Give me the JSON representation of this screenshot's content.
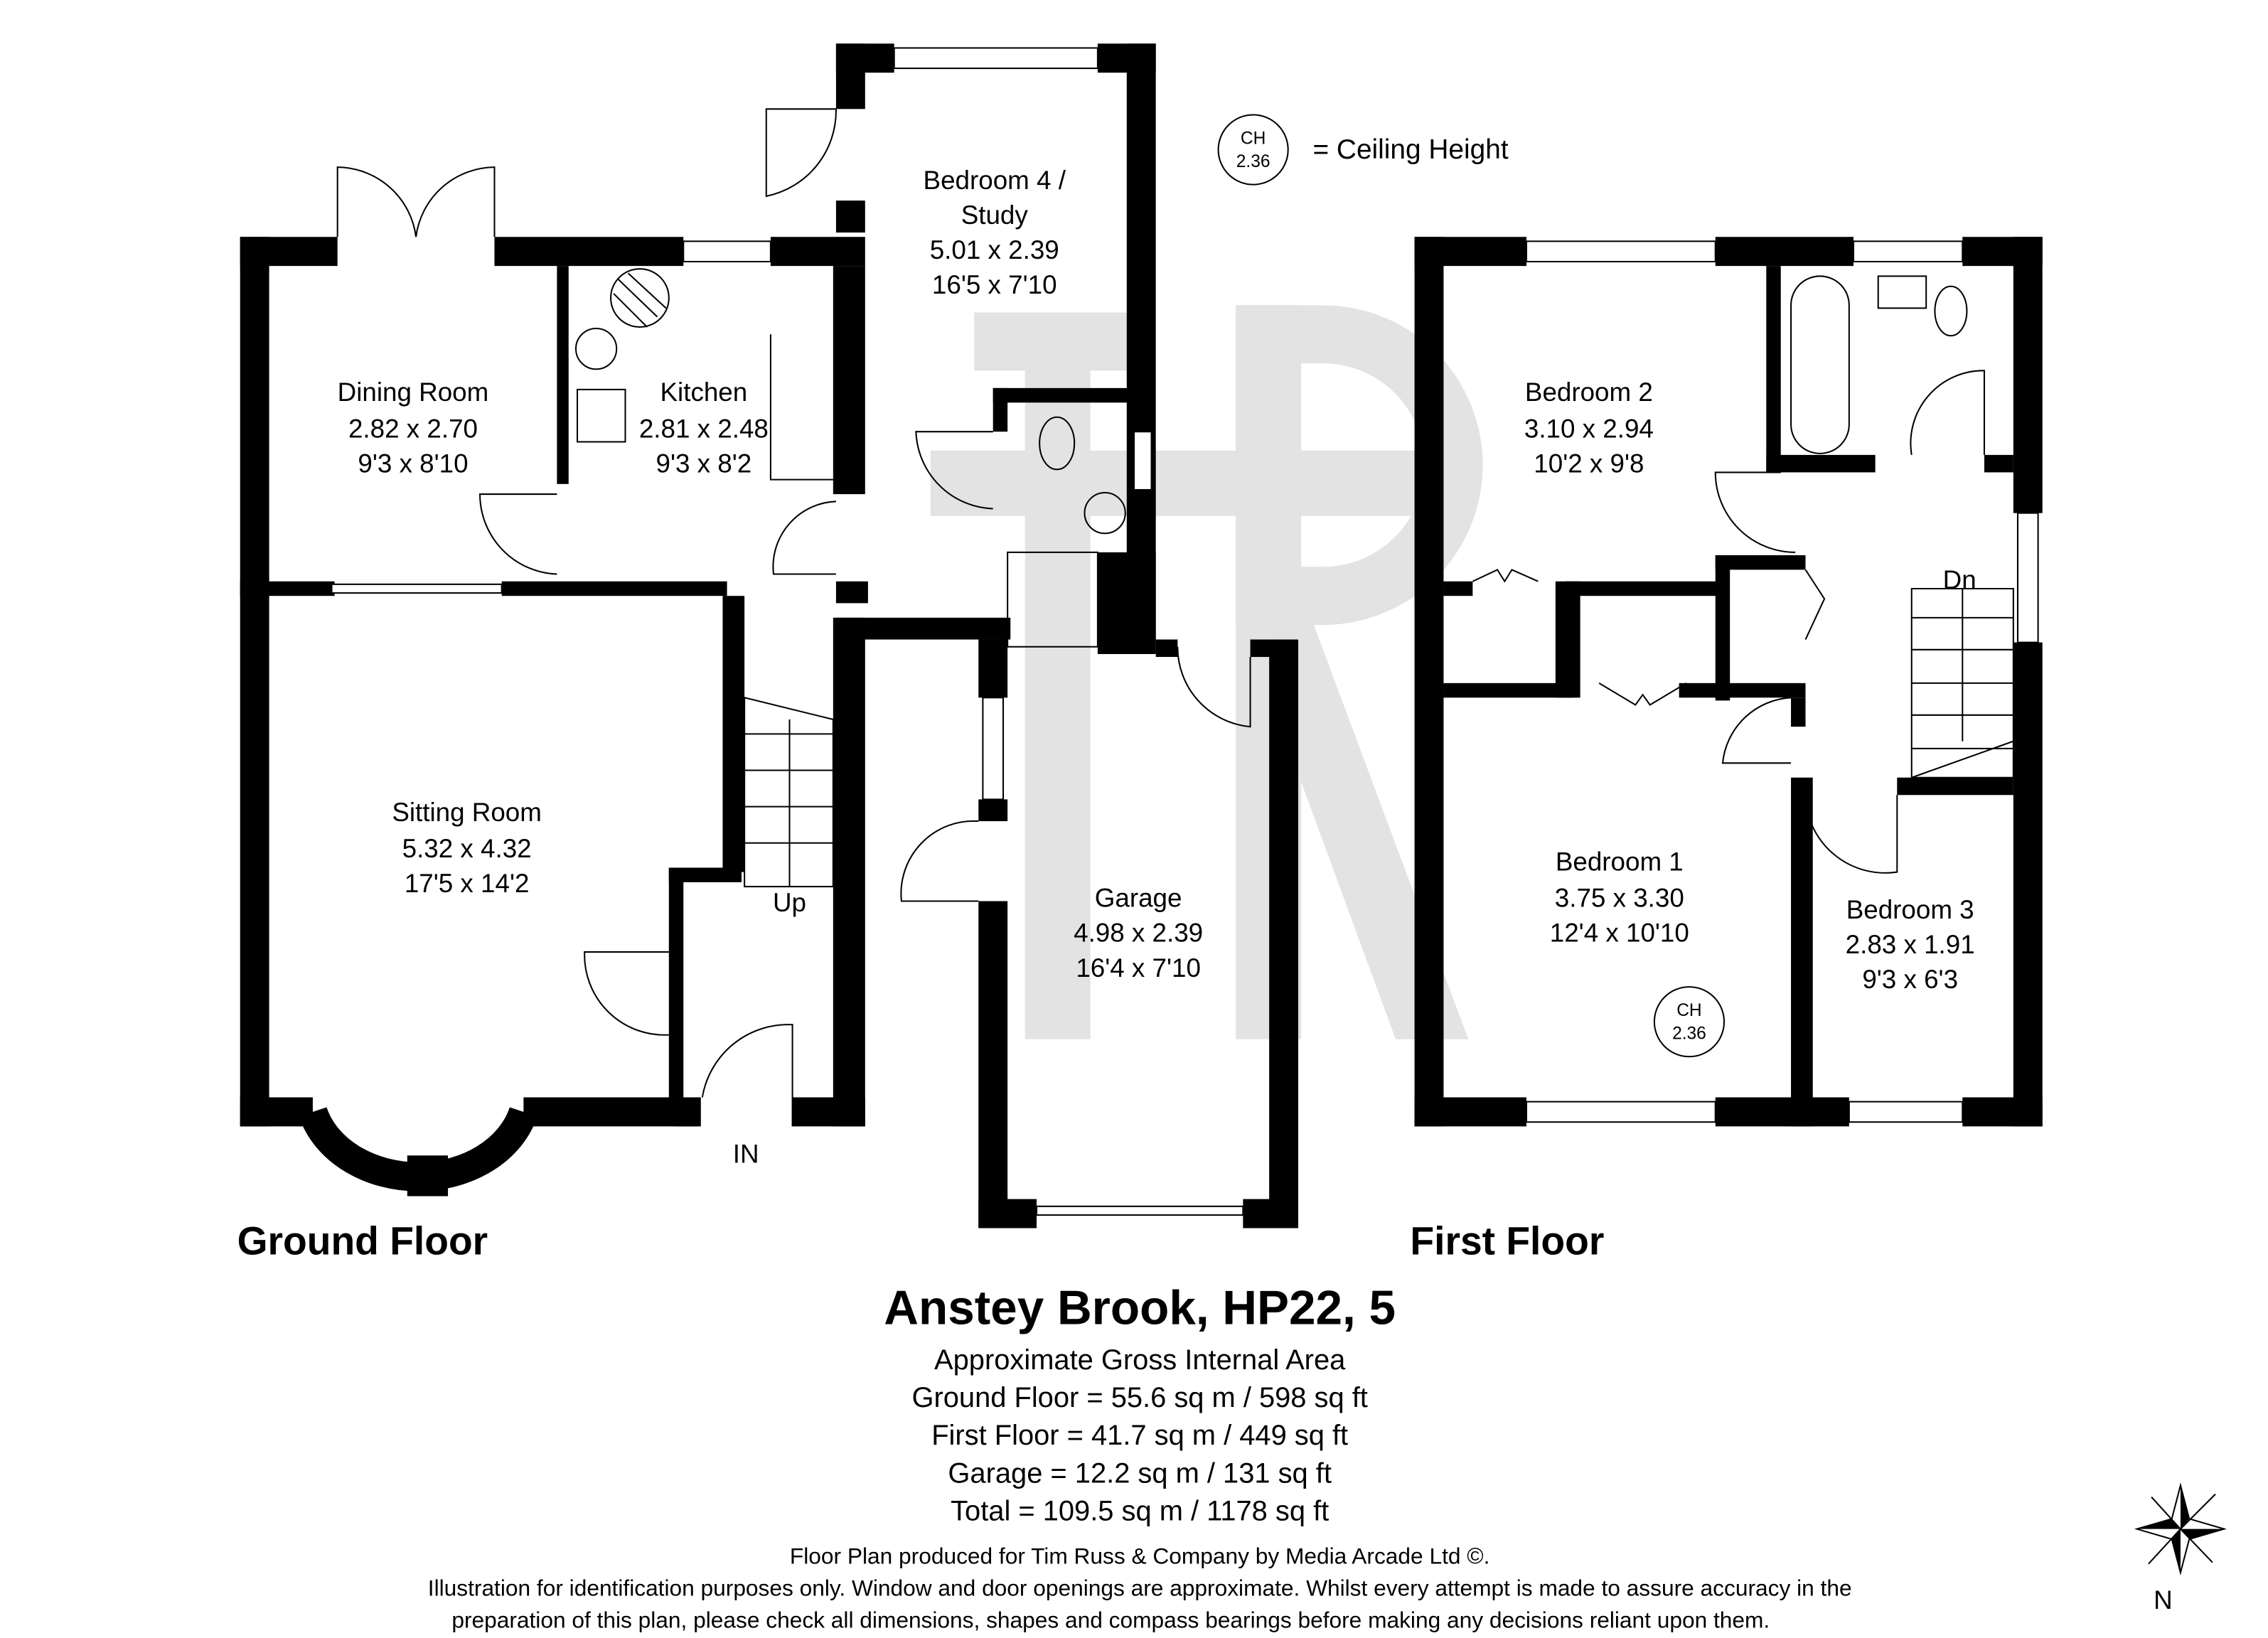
{
  "legend": {
    "ch_label": "CH",
    "ch_value": "2.36",
    "text": "= Ceiling Height"
  },
  "watermark": "TR",
  "ground_floor": {
    "heading": "Ground Floor",
    "rooms": [
      {
        "name": "Dining Room",
        "metric": "2.82 x 2.70",
        "imperial": "9'3 x 8'10"
      },
      {
        "name": "Kitchen",
        "metric": "2.81 x 2.48",
        "imperial": "9'3 x 8'2"
      },
      {
        "name": "Bedroom 4 /",
        "name2": "Study",
        "metric": "5.01 x 2.39",
        "imperial": "16'5 x 7'10"
      },
      {
        "name": "Sitting Room",
        "metric": "5.32 x 4.32",
        "imperial": "17'5 x 14'2"
      },
      {
        "name": "Garage",
        "metric": "4.98 x 2.39",
        "imperial": "16'4 x 7'10"
      }
    ],
    "up_label": "Up",
    "in_label": "IN"
  },
  "first_floor": {
    "heading": "First Floor",
    "rooms": [
      {
        "name": "Bedroom 2",
        "metric": "3.10 x 2.94",
        "imperial": "10'2 x 9'8"
      },
      {
        "name": "Bedroom 1",
        "metric": "3.75 x 3.30",
        "imperial": "12'4 x 10'10"
      },
      {
        "name": "Bedroom 3",
        "metric": "2.83 x 1.91",
        "imperial": "9'3 x 6'3"
      }
    ],
    "dn_label": "Dn",
    "ch_label": "CH",
    "ch_value": "2.36"
  },
  "summary": {
    "title": "Anstey Brook, HP22, 5",
    "subtitle": "Approximate Gross Internal Area",
    "lines": [
      "Ground Floor = 55.6 sq m / 598 sq ft",
      "First Floor = 41.7 sq m / 449 sq ft",
      "Garage = 12.2 sq m / 131 sq ft",
      "Total = 109.5 sq m / 1178 sq ft"
    ]
  },
  "footer": {
    "credit": "Floor Plan produced for Tim Russ & Company by Media Arcade Ltd ©.",
    "disclaimer1": "Illustration for identification purposes only. Window and door openings are approximate. Whilst every attempt is made to assure accuracy in the",
    "disclaimer2": "preparation of this plan, please check all dimensions, shapes and compass bearings before making any decisions reliant upon them."
  },
  "compass": {
    "north_label": "N"
  }
}
